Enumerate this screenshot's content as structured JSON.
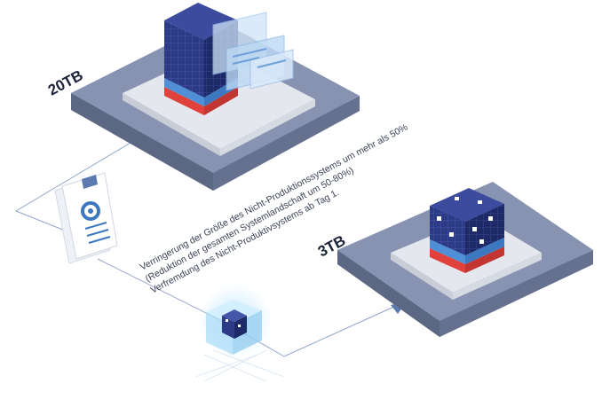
{
  "labels": {
    "source_size": "20TB",
    "target_size": "3TB"
  },
  "benefits": [
    "Verringerung der Größe des Nicht-Produktionssystems um mehr als 50%",
    "(Reduktion der gesamten Systemlandschaft um 50-80%)",
    "Verfremdung des Nicht-Produktivsystems ab Tag 1."
  ],
  "colors": {
    "platform": "#7f8ba9",
    "platform_top": "#8893b1",
    "pad": "#e4e7ee",
    "cube_front": "#2d3a85",
    "cube_side": "#1e2a68",
    "cube_top": "#3c4b9e",
    "cube_band_blue": "#4e8fd6",
    "cube_band_red": "#e0413b",
    "line": "#8fa5c9",
    "arrow": "#5b7bb0"
  },
  "icons": [
    "clipboard-gear-icon",
    "data-cube-icon",
    "screen-panel-icon"
  ]
}
